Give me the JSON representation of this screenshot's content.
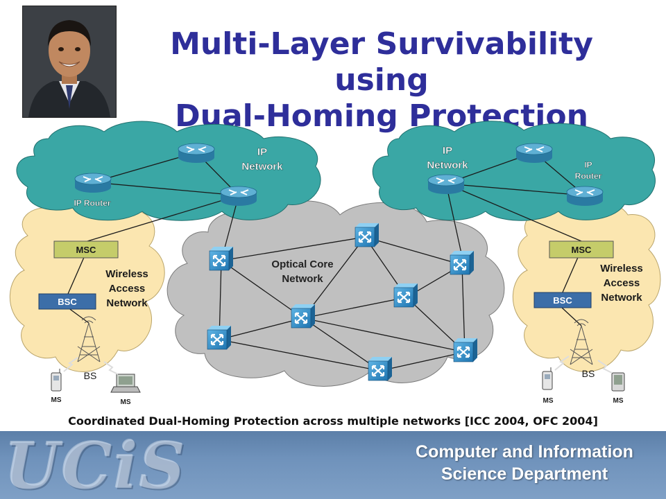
{
  "slide": {
    "title_line1": "Multi-Layer Survivability using",
    "title_line2": "Dual-Homing Protection",
    "caption": "Coordinated Dual-Homing Protection across multiple networks [ICC 2004, OFC 2004]"
  },
  "footer": {
    "logo": "UCiS",
    "line1": "Computer and Information",
    "line2": "Science Department"
  },
  "diagram": {
    "left_ip": {
      "label_line1": "IP",
      "label_line2": "Network",
      "router_label": "IP Router"
    },
    "right_ip": {
      "label_line1": "IP",
      "label_line2": "Network",
      "router_label_line1": "IP",
      "router_label_line2": "Router"
    },
    "core": {
      "label_line1": "Optical Core",
      "label_line2": "Network"
    },
    "left_wireless": {
      "msc": "MSC",
      "bsc": "BSC",
      "bs": "BS",
      "label_line1": "Wireless",
      "label_line2": "Access",
      "label_line3": "Network",
      "ms1": "MS",
      "ms2": "MS"
    },
    "right_wireless": {
      "msc": "MSC",
      "bsc": "BSC",
      "bs": "BS",
      "label_line1": "Wireless",
      "label_line2": "Access",
      "label_line3": "Network",
      "ms1": "MS",
      "ms2": "MS"
    },
    "colors": {
      "ip_cloud": "#3aa7a5",
      "wireless_cloud": "#fbe6b0",
      "core_cloud": "#c0c0c0",
      "msc": "#c5cc6a",
      "bsc": "#3c6ea8",
      "switch": "#2f8fc9",
      "router": "#3d8db3",
      "title": "#2e2e9a"
    }
  }
}
